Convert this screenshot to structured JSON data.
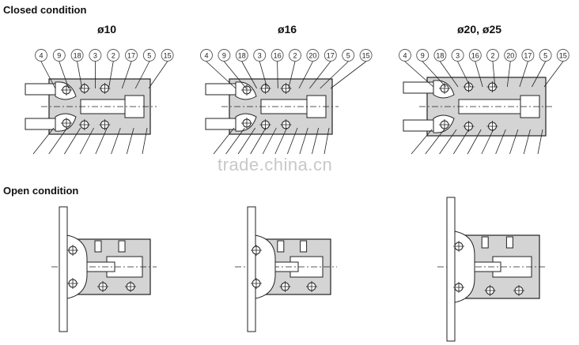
{
  "closed": {
    "title": "Closed condition",
    "variants": [
      {
        "size": "ø10",
        "labels": [
          "4",
          "9",
          "18",
          "3",
          "2",
          "17",
          "5",
          "15"
        ]
      },
      {
        "size": "ø16",
        "labels": [
          "4",
          "9",
          "18",
          "3",
          "16",
          "2",
          "20",
          "17",
          "5",
          "15"
        ]
      },
      {
        "size": "ø20, ø25",
        "labels": [
          "4",
          "9",
          "18",
          "3",
          "16",
          "2",
          "20",
          "17",
          "5",
          "15"
        ]
      }
    ]
  },
  "open": {
    "title": "Open condition"
  },
  "watermark": "trade.china.cn",
  "colors": {
    "body": "#d4d4d4",
    "line": "#222222"
  }
}
